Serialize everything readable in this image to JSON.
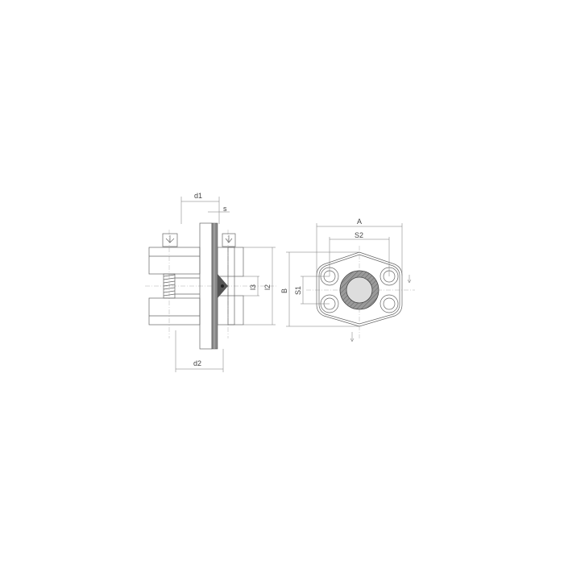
{
  "drawing": {
    "side_view_labels": {
      "d1": "d1",
      "s": "s",
      "l3": "l3",
      "l2": "l2",
      "d2": "d2"
    },
    "front_view_labels": {
      "A": "A",
      "S2": "S2",
      "B": "B",
      "S1": "S1"
    },
    "colors": {
      "line": "#666666",
      "flange_fill": "#e6e6e6",
      "gasket_fill": "#888888",
      "section_fill": "#9a9a9a",
      "bore_fill": "#dddddd"
    }
  }
}
